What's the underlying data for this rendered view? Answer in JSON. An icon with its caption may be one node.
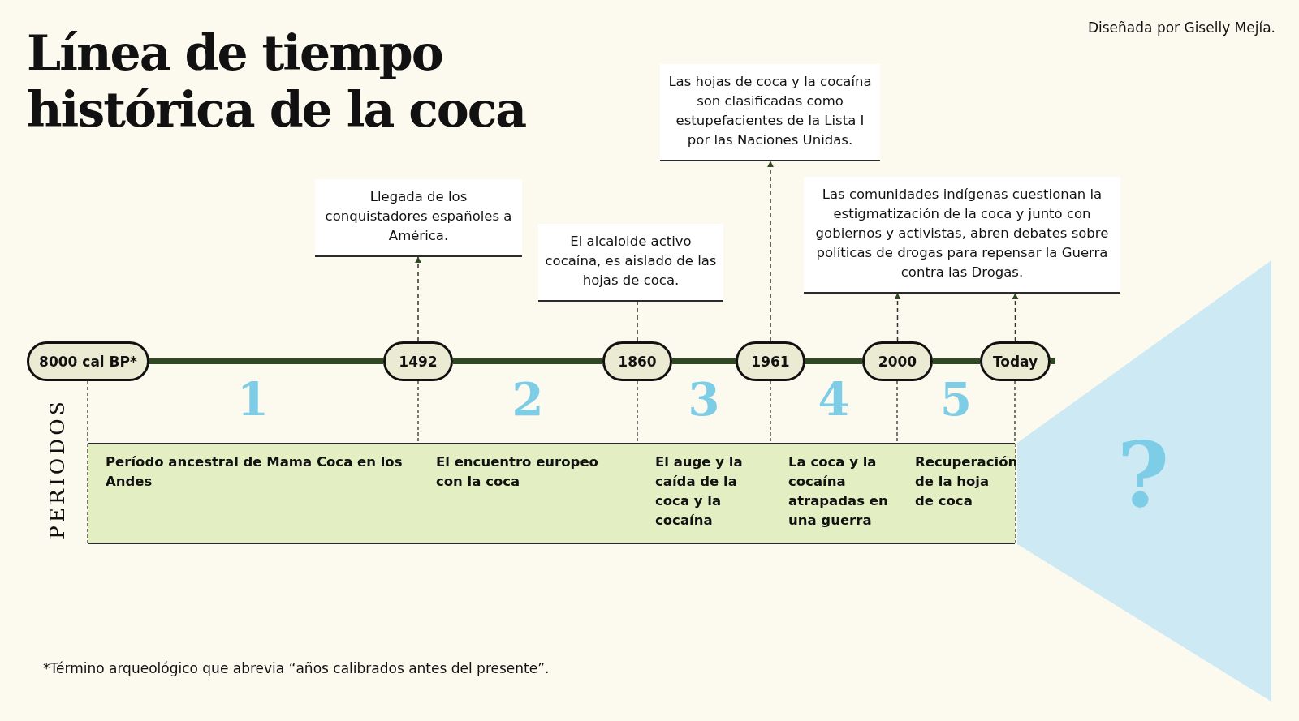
{
  "diagram": {
    "title": "Línea de tiempo histórica de la coca",
    "nodes": [
      {
        "text": [
          "8000 cal BP*"
        ]
      },
      {
        "text": [
          "1492"
        ]
      },
      {
        "text": [
          "1860"
        ]
      },
      {
        "text": [
          "1961"
        ]
      },
      {
        "text": [
          "2000"
        ]
      },
      {
        "text": [
          "Today"
        ]
      },
      {
        "text": [
          "Llegada de los conquistadores españoles a América."
        ]
      },
      {
        "text": [
          "El alcaloide activo cocaína, es aislado de las hojas de coca."
        ]
      },
      {
        "text": [
          "Las hojas de coca y la cocaína son clasificadas como estupefacientes de la Lista I por las Naciones Unidas."
        ]
      },
      {
        "text": [
          "Las comunidades indígenas cuestionan la estigmatización de la coca y junto con gobiernos y activistas, abren debates sobre políticas de drogas para repensar la Guerra contra las Drogas."
        ]
      },
      {
        "text": [
          "1",
          "Período ancestral de Mama Coca en los Andes"
        ]
      },
      {
        "text": [
          "2",
          "El encuentro europeo con la coca"
        ]
      },
      {
        "text": [
          "3",
          "El auge y la caída de la coca y la cocaína"
        ]
      },
      {
        "text": [
          "4",
          "La coca y la cocaína atrapadas en una guerra"
        ]
      },
      {
        "text": [
          "5",
          "Recuperación de la hoja de coca"
        ]
      },
      {
        "text": [
          "?"
        ]
      }
    ],
    "edges": [
      {
        "from": 0,
        "to": 1,
        "arrow": "none",
        "style": "thick"
      },
      {
        "from": 1,
        "to": 2,
        "arrow": "none",
        "style": "thick"
      },
      {
        "from": 2,
        "to": 3,
        "arrow": "none",
        "style": "thick"
      },
      {
        "from": 3,
        "to": 4,
        "arrow": "none",
        "style": "thick"
      },
      {
        "from": 4,
        "to": 5,
        "arrow": "none",
        "style": "thick"
      },
      {
        "from": 1,
        "to": 6,
        "arrow": "to",
        "style": "dashed"
      },
      {
        "from": 2,
        "to": 7,
        "arrow": "none",
        "style": "dashed"
      },
      {
        "from": 3,
        "to": 8,
        "arrow": "to",
        "style": "dashed"
      },
      {
        "from": 4,
        "to": 9,
        "arrow": "to",
        "style": "dashed"
      },
      {
        "from": 5,
        "to": 9,
        "arrow": "to",
        "style": "dashed"
      }
    ],
    "labels": [
      "Diseñada por Giselly Mejía.",
      "PERIODOS",
      "*Término arqueológico que abrevia “años calibrados antes del presente”."
    ]
  }
}
